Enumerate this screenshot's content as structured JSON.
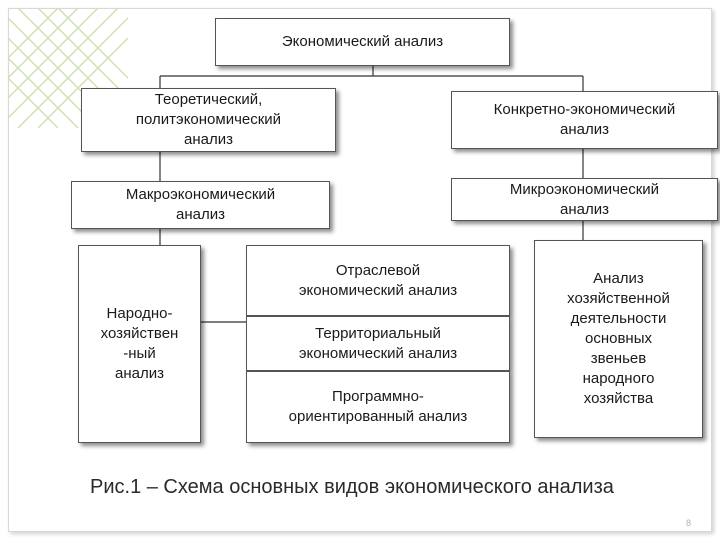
{
  "diagram": {
    "root": "Экономический анализ",
    "theoretical": "Теоретический,\nполитэкономический\nанализ",
    "concrete": "Конкретно-экономический\nанализ",
    "macro": "Макроэкономический\nанализ",
    "micro": "Микроэкономический\nанализ",
    "national": "Народно-\nхозяйствен\n-ный\nанализ",
    "sectoral": "Отраслевой\nэкономический анализ",
    "territorial": "Территориальный\nэкономический анализ",
    "program": "Программно-\nориентированный анализ",
    "economic_activity": "Анализ\nхозяйственной\nдеятельности\nосновных\nзвеньев\nнародного\nхозяйства"
  },
  "caption": "Рис.1 – Схема основных видов экономического анализа",
  "page_number": "8",
  "colors": {
    "border": "#555555",
    "line": "#333333",
    "decor": "#cfe1b0"
  }
}
